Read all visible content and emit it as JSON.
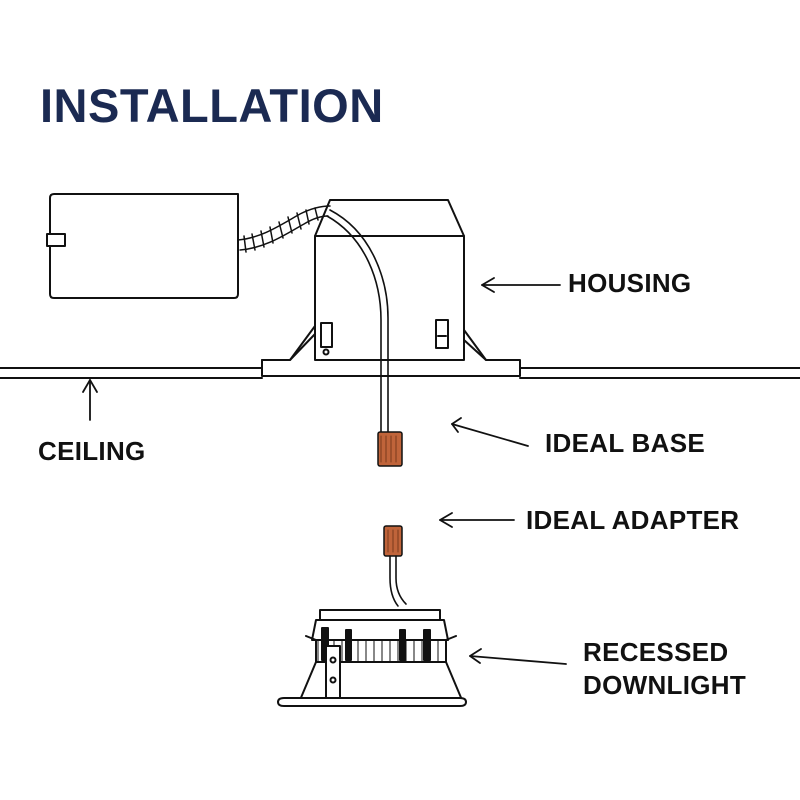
{
  "title": "INSTALLATION",
  "labels": {
    "housing": "HOUSING",
    "ceiling": "CEILING",
    "ideal_base": "IDEAL BASE",
    "ideal_adapter": "IDEAL ADAPTER",
    "recessed": "RECESSED",
    "downlight": "DOWNLIGHT"
  },
  "colors": {
    "title": "#1b2a52",
    "line": "#111111",
    "connector": "#c0643a"
  }
}
